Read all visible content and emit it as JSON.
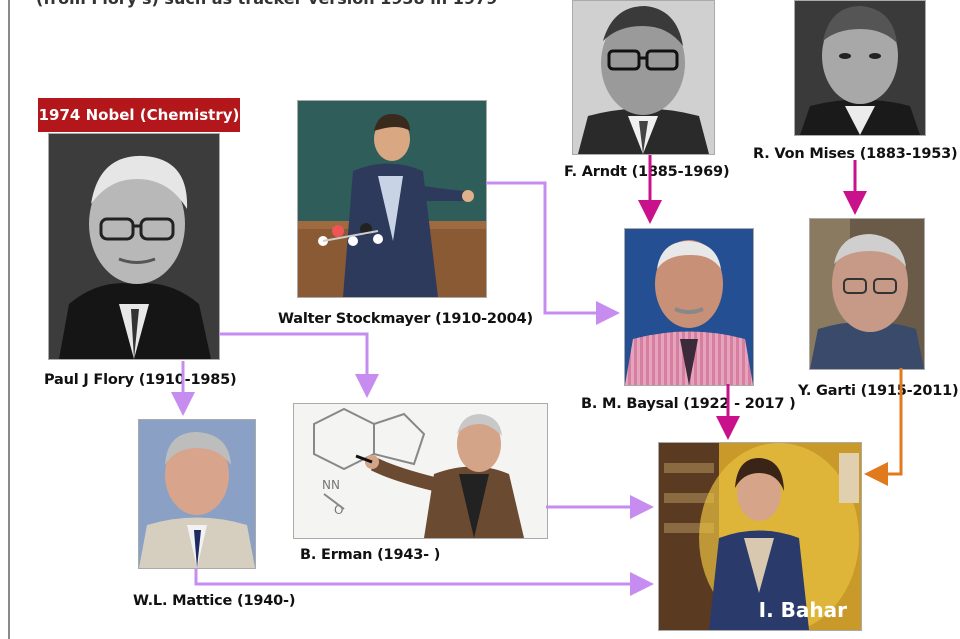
{
  "header_text": "(from Flory's) such as tracker version 1938 in 1979",
  "badge": {
    "nobel": "1974 Nobel (Chemistry)"
  },
  "people": {
    "flory": "Paul J Flory (1910-1985)",
    "stockmayer": "Walter Stockmayer (1910-2004)",
    "arndt": "F. Arndt (1885-1969)",
    "vonmises": "R. Von Mises (1883-1953)",
    "baysal": "B. M. Baysal (1922 - 2017 )",
    "garti": "Y. Garti (1915-2011)",
    "mattice": "W.L. Mattice (1940-)",
    "erman": "B. Erman (1943- )",
    "bahar": "I. Bahar"
  },
  "colors": {
    "violet_arrow": "#c78cf0",
    "magenta_arrow": "#c8118a",
    "orange_arrow": "#e07a1c",
    "nobel_badge": "#b3171b"
  }
}
